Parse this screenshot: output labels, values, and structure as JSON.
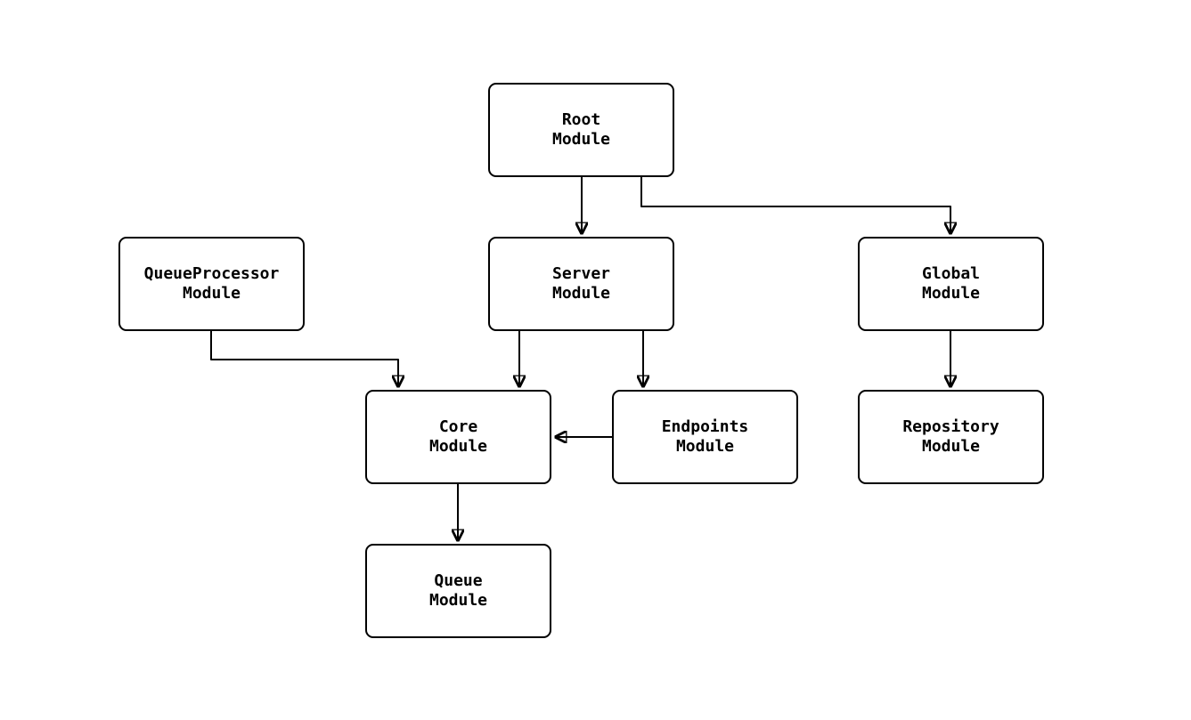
{
  "diagram": {
    "type": "flowchart",
    "orientation": "top-down",
    "background_color": "#ffffff",
    "node_border_color": "#000000",
    "node_fill_color": "#ffffff",
    "edge_color": "#000000",
    "nodes": {
      "root": {
        "label": "Root\nModule"
      },
      "server": {
        "label": "Server\nModule"
      },
      "global": {
        "label": "Global\nModule"
      },
      "queueprocessor": {
        "label": "QueueProcessor\nModule"
      },
      "core": {
        "label": "Core\nModule"
      },
      "endpoints": {
        "label": "Endpoints\nModule"
      },
      "repository": {
        "label": "Repository\nModule"
      },
      "queue": {
        "label": "Queue\nModule"
      }
    },
    "edges": [
      {
        "from": "Root Module",
        "to": "Server Module"
      },
      {
        "from": "Root Module",
        "to": "Global Module"
      },
      {
        "from": "Server Module",
        "to": "Core Module"
      },
      {
        "from": "Server Module",
        "to": "Endpoints Module"
      },
      {
        "from": "QueueProcessor Module",
        "to": "Core Module"
      },
      {
        "from": "Endpoints Module",
        "to": "Core Module"
      },
      {
        "from": "Global Module",
        "to": "Repository Module"
      },
      {
        "from": "Core Module",
        "to": "Queue Module"
      }
    ]
  }
}
